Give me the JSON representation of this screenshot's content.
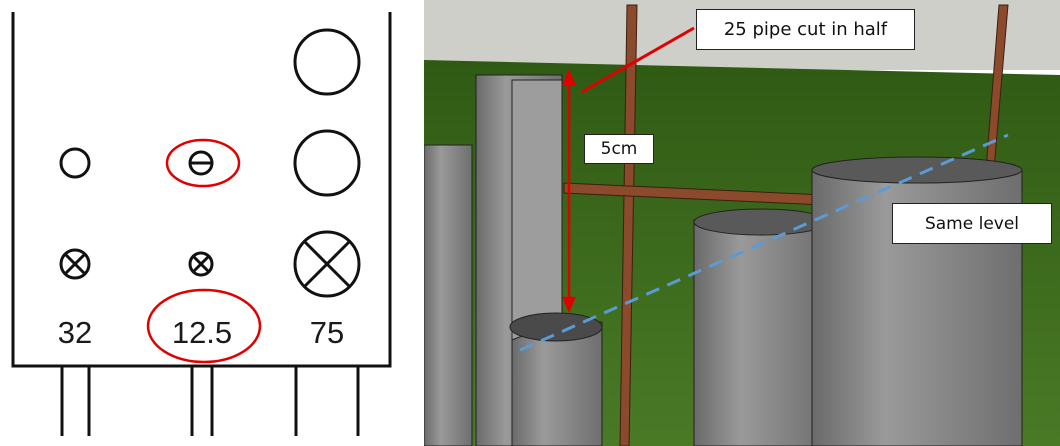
{
  "schematic": {
    "columns": [
      {
        "label": "32",
        "symbols": [
          "open-circle",
          "crossed-circle"
        ]
      },
      {
        "label": "12.5",
        "symbols": [
          "barred-circle",
          "crossed-circle"
        ],
        "highlighted": true
      },
      {
        "label": "75",
        "symbols": [
          "open-circle",
          "open-circle",
          "crossed-circle"
        ]
      }
    ],
    "highlight_color": "#e00000"
  },
  "render": {
    "annotations": {
      "pipe_note": "25 pipe cut in half",
      "height_note": "5cm",
      "level_note": "Same level"
    },
    "colors": {
      "sky": "#cfcfca",
      "grass": "#3e6a1f",
      "pipe": "#8a8a8a",
      "wood": "#8b4a2b",
      "arrow": "#e00000",
      "level_line": "#5b9bd5"
    }
  }
}
